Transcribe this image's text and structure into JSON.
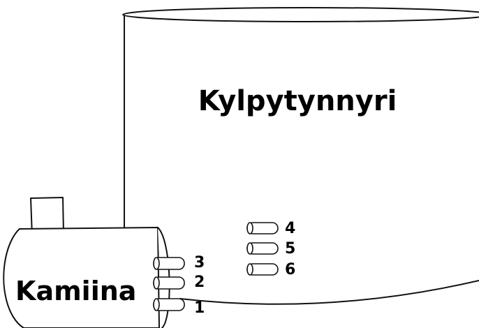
{
  "diagram": {
    "tub_label": "Kylpytynnyri",
    "stove_label": "Kamiina",
    "stove_ports": [
      "3",
      "2",
      "1"
    ],
    "tub_ports": [
      "4",
      "5",
      "6"
    ]
  }
}
